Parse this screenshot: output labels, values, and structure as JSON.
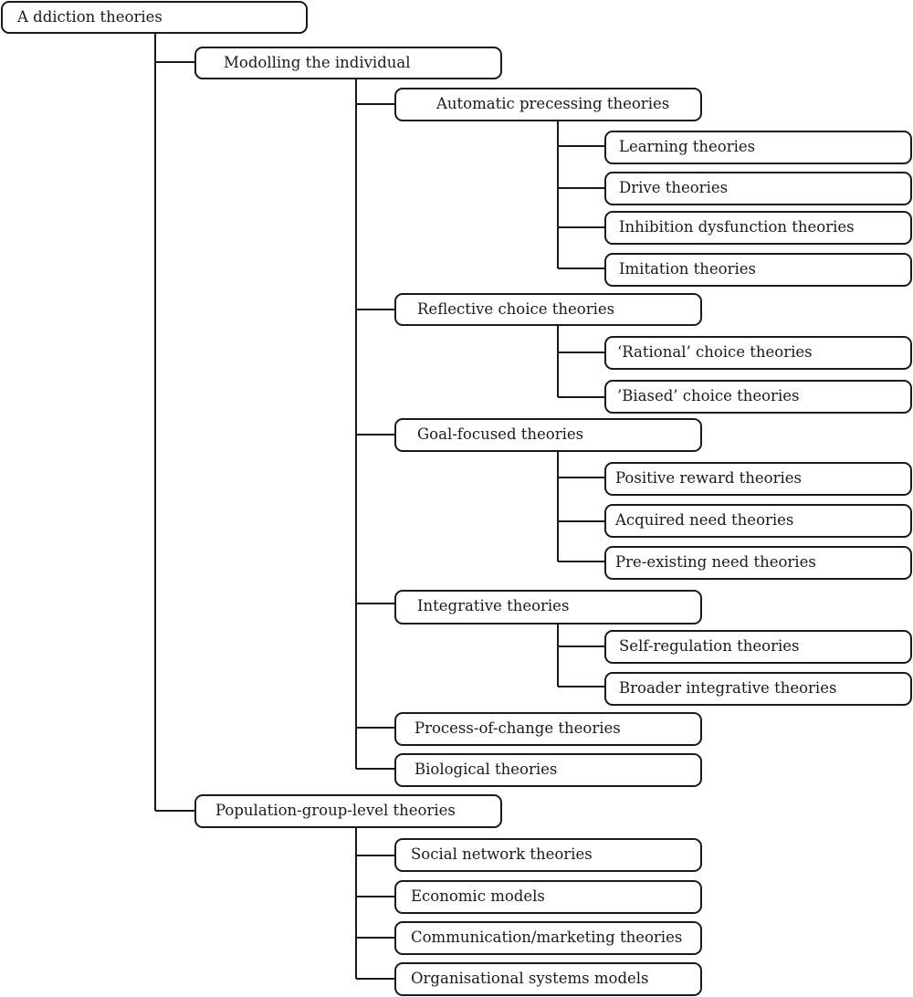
{
  "diagram": {
    "root": "A ddiction theories",
    "individual": {
      "label": "Modolling the individual",
      "groups": {
        "automatic": {
          "label": "Automatic precessing theories",
          "children": [
            "Learning theories",
            "Drive theories",
            "Inhibition dysfunction theories",
            "Imitation theories"
          ]
        },
        "reflective": {
          "label": "Reflective choice theories",
          "children": [
            "‘Rational’ choice theories",
            "’Biased’ choice theories"
          ]
        },
        "goal": {
          "label": "Goal-focused theories",
          "children": [
            "Positive reward theories",
            "Acquired need theories",
            "Pre-existing need theories"
          ]
        },
        "integrative": {
          "label": "Integrative theories",
          "children": [
            "Self-regulation theories",
            "Broader integrative theories"
          ]
        },
        "process": {
          "label": "Process-of-change theories"
        },
        "biological": {
          "label": "Biological theories"
        }
      }
    },
    "population": {
      "label": "Population-group-level theories",
      "children": [
        "Social network theories",
        "Economic models",
        "Communication/marketing theories",
        "Organisational systems models"
      ]
    }
  }
}
